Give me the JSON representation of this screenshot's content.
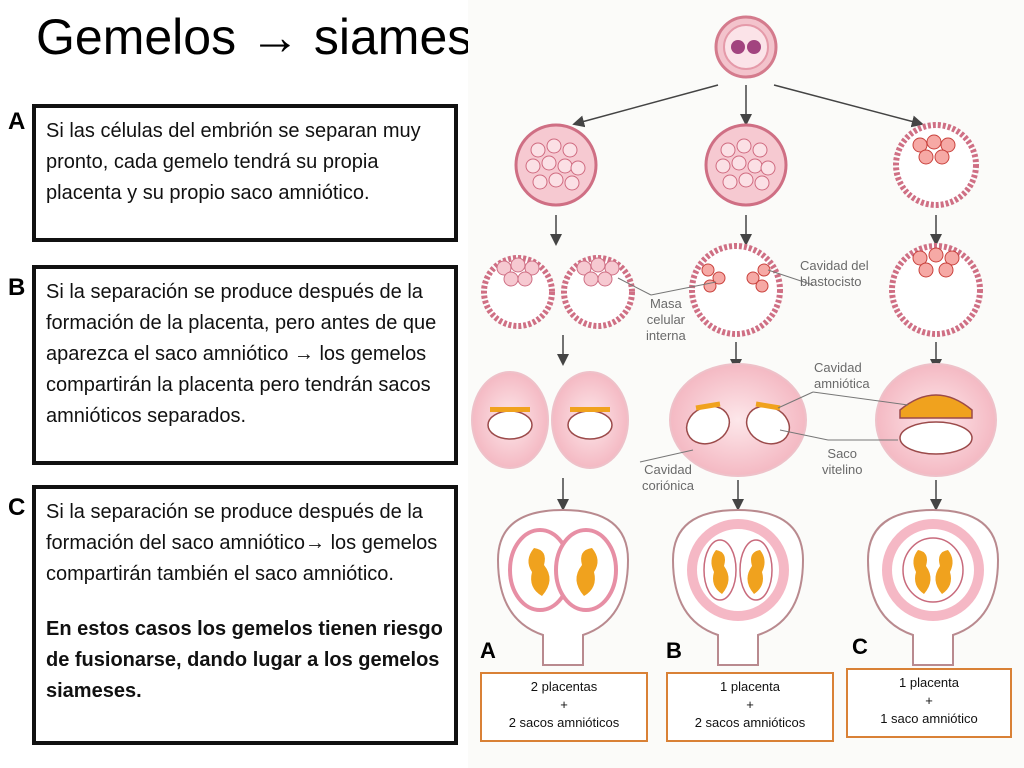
{
  "title": {
    "text": "Gemelos",
    "arrow": "→",
    "suffix": "siameses"
  },
  "cases": [
    {
      "letter": "A",
      "text": "Si las células del embrión  se separan muy pronto,  cada gemelo tendrá su propia placenta y su propio saco amniótico."
    },
    {
      "letter": "B",
      "text": "Si la separación se produce después de la formación de la placenta, pero antes de que aparezca el saco amniótico → los gemelos compartirán la placenta pero tendrán sacos amnióticos separados."
    },
    {
      "letter": "C",
      "text": "Si la separación se produce después de la formación del saco amniótico→ los gemelos compartirán también el saco amniótico.",
      "warning": "En estos casos los gemelos tienen riesgo de fusionarse, dando lugar a los gemelos siameses."
    }
  ],
  "diagram_labels": {
    "blastocyst_cavity": [
      "Cavidad del",
      "blastocisto"
    ],
    "inner_cell_mass": [
      "Masa",
      "celular",
      "interna"
    ],
    "amniotic_cavity": [
      "Cavidad",
      "amniótica"
    ],
    "yolk_sac": [
      "Saco",
      "vitelino"
    ],
    "chorionic_cavity": [
      "Cavidad",
      "coriónica"
    ]
  },
  "summary": [
    {
      "letter": "A",
      "line1": "2 placentas",
      "plus": "+",
      "line2": "2 sacos amnióticos"
    },
    {
      "letter": "B",
      "line1": "1 placenta",
      "plus": "+",
      "line2": "2 sacos amnióticos"
    },
    {
      "letter": "C",
      "line1": "1 placenta",
      "plus": "+",
      "line2": "1 saco amniótico"
    }
  ],
  "colors": {
    "membrane": "#e8a0ae",
    "cell": "#f2c7cf",
    "nucleus": "#c24f68",
    "embryo": "#f0a21e",
    "box_border": "#d98136"
  }
}
